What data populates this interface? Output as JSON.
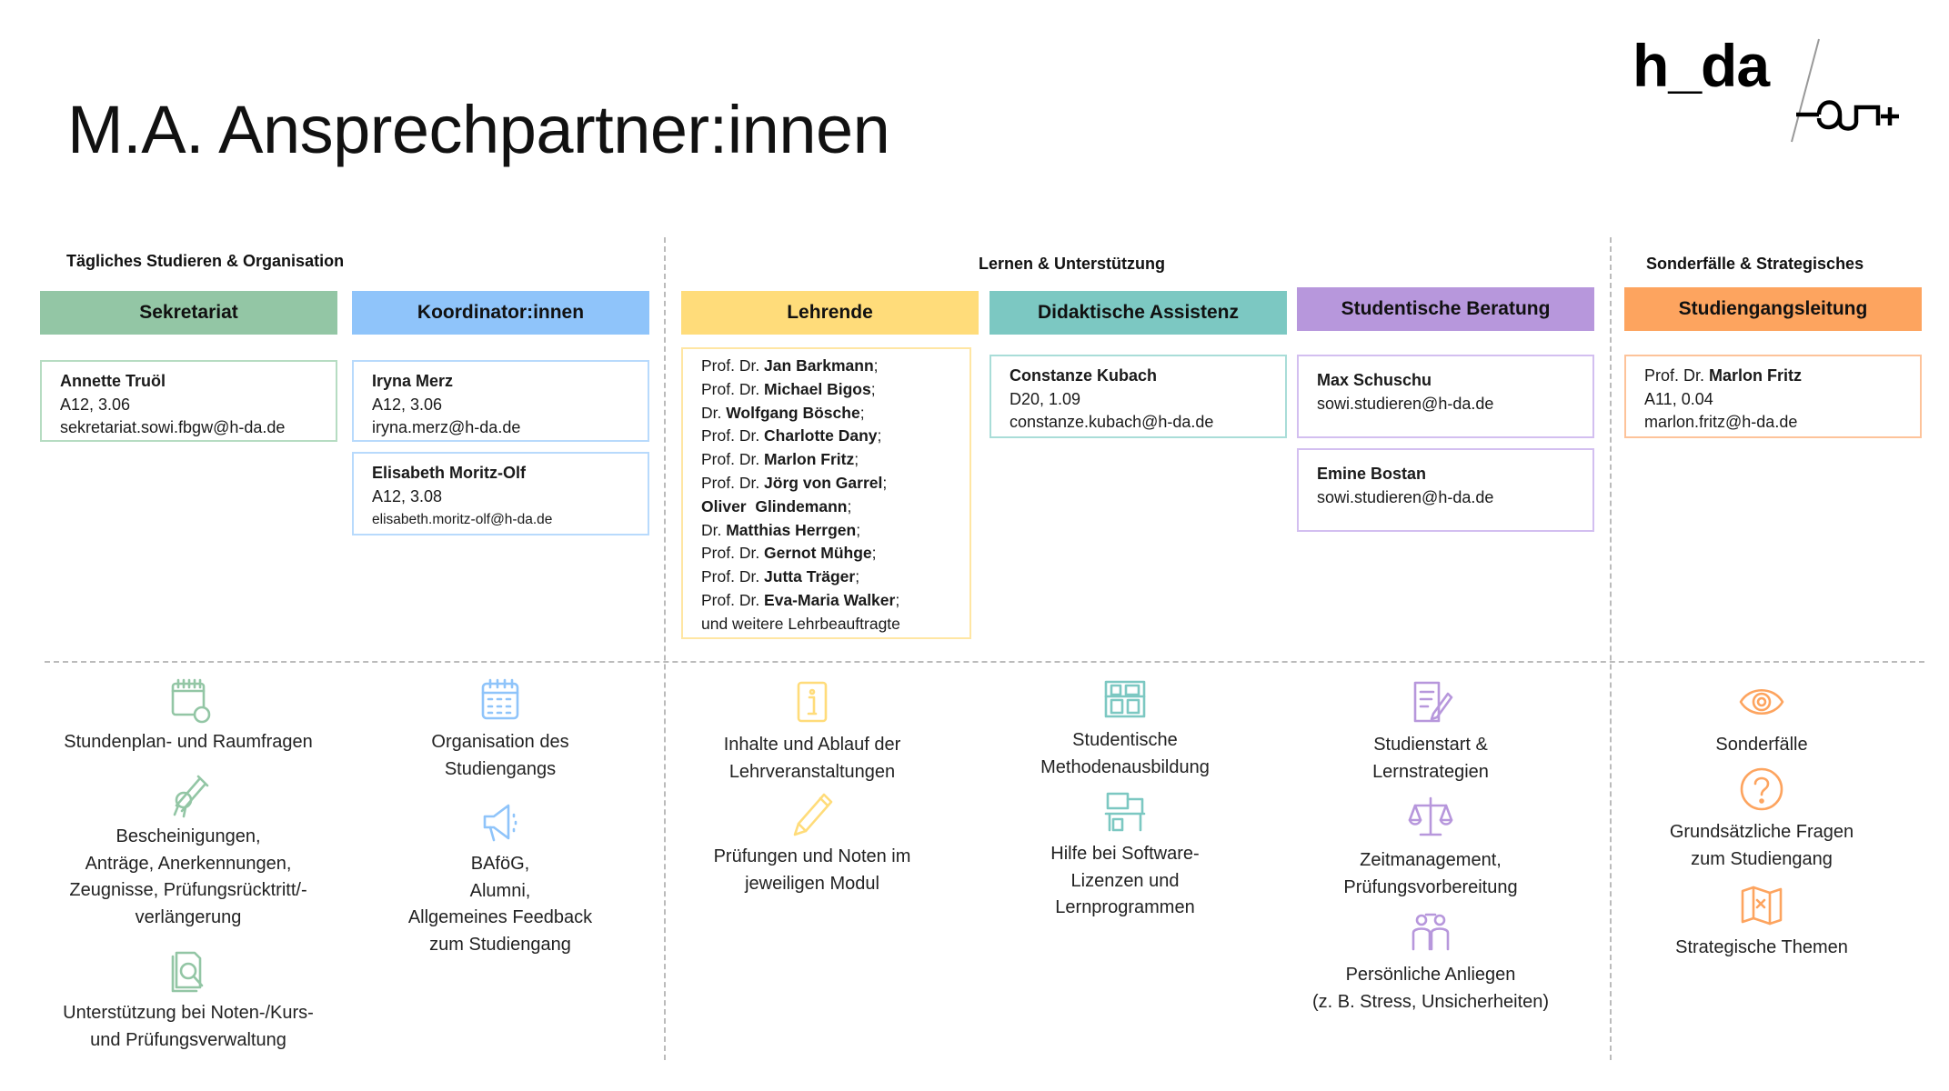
{
  "title": "M.A. Ansprechpartner:innen",
  "logo": {
    "main": "h_da",
    "secondary": "eut+"
  },
  "sections": {
    "left": "Tägliches Studieren & Organisation",
    "middle": "Lernen & Unterstützung",
    "right": "Sonderfälle & Strategisches"
  },
  "colors": {
    "green": "#93c6a5",
    "blue": "#8fc4fa",
    "yellow": "#ffdc7a",
    "teal": "#7cc8c2",
    "purple": "#b797dc",
    "orange": "#fda45f"
  },
  "columns": {
    "sekretariat": {
      "label": "Sekretariat",
      "contacts": [
        {
          "name": "Annette Truöl",
          "room": "A12, 3.06",
          "email": "sekretariat.sowi.fbgw@h-da.de"
        }
      ]
    },
    "koordination": {
      "label": "Koordinator:innen",
      "contacts": [
        {
          "name": "Iryna Merz",
          "room": "A12, 3.06",
          "email": "iryna.merz@h-da.de"
        },
        {
          "name": "Elisabeth Moritz-Olf",
          "room": "A12, 3.08",
          "email": "elisabeth.moritz-olf@h-da.de"
        }
      ]
    },
    "lehrende": {
      "label": "Lehrende",
      "list": [
        {
          "pre": "Prof. Dr. ",
          "name": "Jan Barkmann",
          "post": ";"
        },
        {
          "pre": "Prof. Dr. ",
          "name": "Michael Bigos",
          "post": ";"
        },
        {
          "pre": "Dr. ",
          "name": "Wolfgang Bösche",
          "post": ";"
        },
        {
          "pre": "Prof. Dr. ",
          "name": "Charlotte Dany",
          "post": ";"
        },
        {
          "pre": "Prof. Dr. ",
          "name": "Marlon Fritz",
          "post": ";"
        },
        {
          "pre": "Prof. Dr. ",
          "name": "Jörg von Garrel",
          "post": ";"
        },
        {
          "pre": "",
          "name": "Oliver  Glindemann",
          "post": ";"
        },
        {
          "pre": "Dr. ",
          "name": "Matthias Herrgen",
          "post": ";"
        },
        {
          "pre": "Prof. Dr. ",
          "name": "Gernot Mühge",
          "post": ";"
        },
        {
          "pre": "Prof. Dr. ",
          "name": "Jutta Träger",
          "post": ";"
        },
        {
          "pre": "Prof. Dr. ",
          "name": "Eva-Maria Walker",
          "post": ";"
        },
        {
          "pre": "und weitere Lehrbeauftragte",
          "name": "",
          "post": ""
        }
      ]
    },
    "didaktik": {
      "label": "Didaktische Assistenz",
      "contacts": [
        {
          "name": "Constanze Kubach",
          "room": "D20, 1.09",
          "email": "constanze.kubach@h-da.de"
        }
      ]
    },
    "beratung": {
      "label": "Studentische Beratung",
      "contacts": [
        {
          "name": "Max Schuschu",
          "email": "sowi.studieren@h-da.de"
        },
        {
          "name": "Emine Bostan",
          "email": "sowi.studieren@h-da.de"
        }
      ]
    },
    "leitung": {
      "label": "Studiengangsleitung",
      "contacts": [
        {
          "pre": "Prof. Dr. ",
          "name": "Marlon Fritz",
          "room": "A11, 0.04",
          "email": "marlon.fritz@h-da.de"
        }
      ]
    }
  },
  "topics": {
    "sekretariat": [
      {
        "icon": "calendar-clock-icon",
        "text": "Stundenplan- und Raumfragen"
      },
      {
        "icon": "certificate-icon",
        "text": "Bescheinigungen,\nAnträge, Anerkennungen,\nZeugnisse, Prüfungsrücktritt/-\nverlängerung"
      },
      {
        "icon": "document-search-icon",
        "text": "Unterstützung bei Noten-/Kurs-\nund  Prüfungsverwaltung"
      }
    ],
    "koordination": [
      {
        "icon": "calendar-icon",
        "text": "Organisation des\nStudiengangs"
      },
      {
        "icon": "megaphone-icon",
        "text": "BAföG,\nAlumni,\nAllgemeines Feedback\nzum Studiengang"
      }
    ],
    "lehrende": [
      {
        "icon": "info-icon",
        "text": "Inhalte und Ablauf der\nLehrveranstaltungen"
      },
      {
        "icon": "pencil-icon",
        "text": "Prüfungen und Noten im\njeweiligen Modul"
      }
    ],
    "didaktik": [
      {
        "icon": "books-icon",
        "text": "Studentische\nMethodenausbildung"
      },
      {
        "icon": "computer-desk-icon",
        "text": "Hilfe bei Software-\nLizenzen und\nLernprogrammen"
      }
    ],
    "beratung": [
      {
        "icon": "checklist-icon",
        "text": "Studienstart &\nLernstrategien"
      },
      {
        "icon": "balance-scale-icon",
        "text": "Zeitmanagement,\nPrüfungsvorbereitung"
      },
      {
        "icon": "people-talk-icon",
        "text": "Persönliche Anliegen\n(z. B. Stress, Unsicherheiten)"
      }
    ],
    "leitung": [
      {
        "icon": "eye-icon",
        "text": "Sonderfälle"
      },
      {
        "icon": "question-icon",
        "text": "Grundsätzliche Fragen\nzum Studiengang"
      },
      {
        "icon": "map-icon",
        "text": "Strategische Themen"
      }
    ]
  }
}
